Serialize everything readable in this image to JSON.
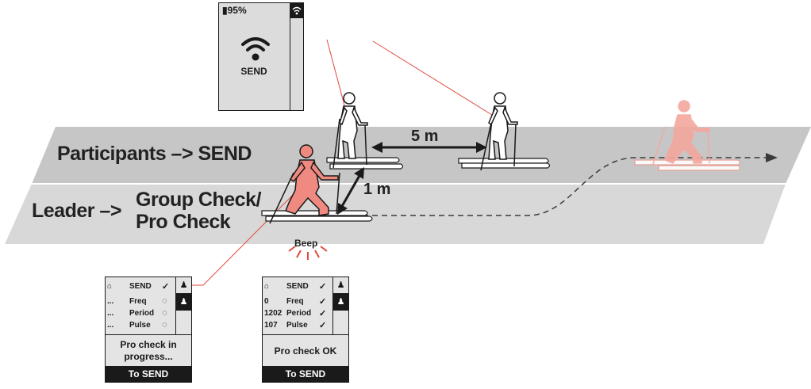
{
  "labels": {
    "participants": "Participants  –> SEND",
    "leader": "Leader  –>",
    "group_check": "Group Check/",
    "pro_check": "Pro Check",
    "five_m": "5 m",
    "one_m": "1 m",
    "beep": "Beep"
  },
  "top_device": {
    "battery": "95%",
    "send_label": "SEND",
    "icon": "wifi-signal-icon",
    "side_icon": "wifi-small-icon"
  },
  "devices": [
    {
      "rows": [
        {
          "value": "",
          "key": "SEND",
          "status": "✓"
        },
        {
          "value": "...",
          "key": "Freq",
          "status": "◌"
        },
        {
          "value": "...",
          "key": "Period",
          "status": "◌"
        },
        {
          "value": "...",
          "key": "Pulse",
          "status": "◌"
        }
      ],
      "message": "Pro check in progress...",
      "footer": "To SEND"
    },
    {
      "rows": [
        {
          "value": "",
          "key": "SEND",
          "status": "✓"
        },
        {
          "value": "0",
          "key": "Freq",
          "status": "✓"
        },
        {
          "value": "1202",
          "key": "Period",
          "status": "✓"
        },
        {
          "value": "107",
          "key": "Pulse",
          "status": "✓"
        }
      ],
      "message": "Pro check OK",
      "footer": "To SEND"
    }
  ],
  "colors": {
    "track_dark": "#c4c4c4",
    "track_light": "#d6d6d6",
    "skier_red": "#f08a80",
    "line_red": "#e04a3c",
    "ink": "#1a1a1a"
  }
}
